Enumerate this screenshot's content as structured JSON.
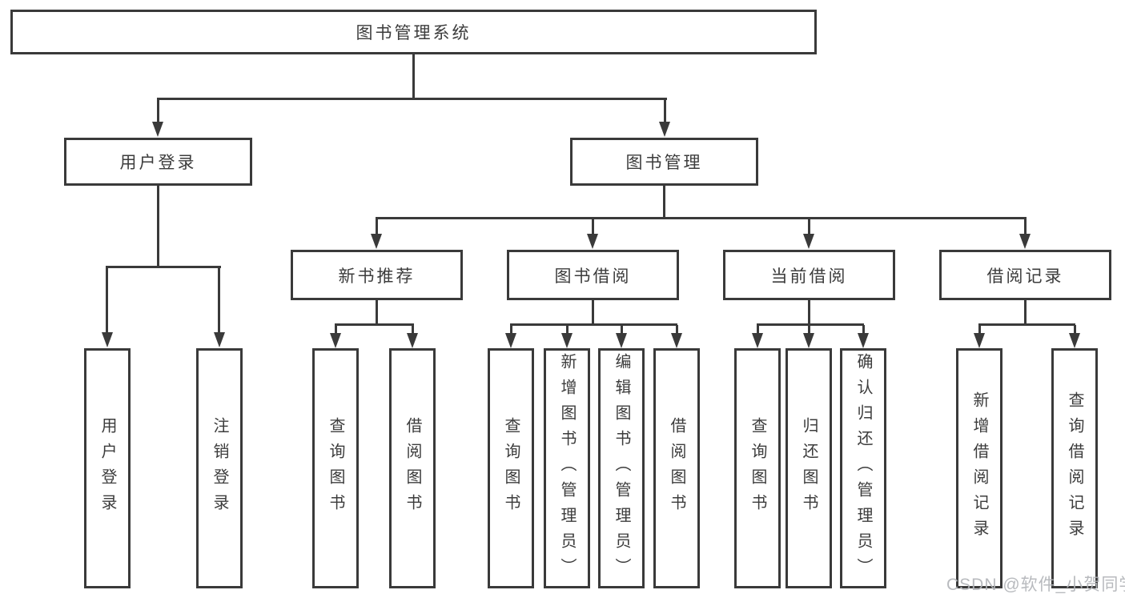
{
  "colors": {
    "line": "#3a3a3a",
    "text": "#3c3c3c",
    "box_bg": "#ffffff",
    "watermark": "#b2b5b9"
  },
  "watermark": {
    "text": "CSDN @软件_小贺同学"
  },
  "diagram": {
    "root": {
      "label": "图书管理系统"
    },
    "level2": [
      {
        "label": "用户登录",
        "leaves": [
          {
            "label": "用户登录"
          },
          {
            "label": "注销登录"
          }
        ]
      },
      {
        "label": "图书管理",
        "groups": [
          {
            "label": "新书推荐",
            "leaves": [
              {
                "label": "查询图书"
              },
              {
                "label": "借阅图书"
              }
            ]
          },
          {
            "label": "图书借阅",
            "leaves": [
              {
                "label": "查询图书"
              },
              {
                "label": "新增图书（管理员）"
              },
              {
                "label": "编辑图书（管理员）"
              },
              {
                "label": "借阅图书"
              }
            ]
          },
          {
            "label": "当前借阅",
            "leaves": [
              {
                "label": "查询图书"
              },
              {
                "label": "归还图书"
              },
              {
                "label": "确认归还（管理员）"
              }
            ]
          },
          {
            "label": "借阅记录",
            "leaves": [
              {
                "label": "新增借阅记录"
              },
              {
                "label": "查询借阅记录"
              }
            ]
          }
        ]
      }
    ]
  }
}
